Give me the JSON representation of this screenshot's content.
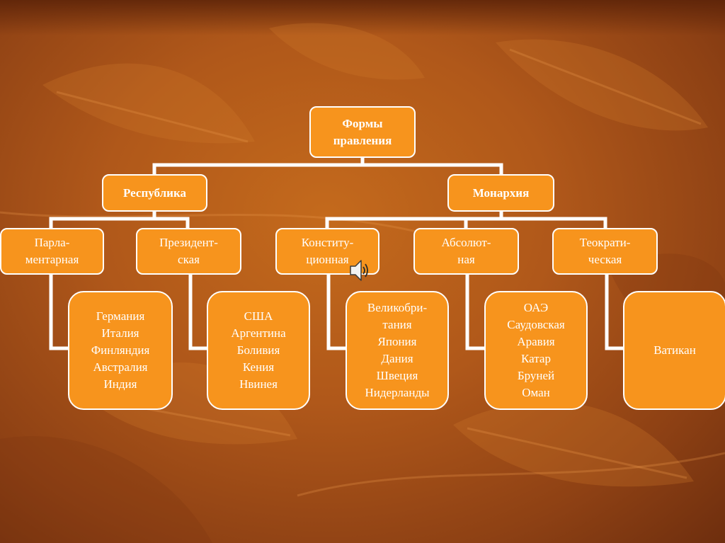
{
  "diagram": {
    "root": {
      "line1": "Формы",
      "line2": "правления"
    },
    "republic": {
      "label": "Республика"
    },
    "monarchy": {
      "label": "Монархия"
    },
    "types": {
      "parliamentary": {
        "line1": "Парла-",
        "line2": "ментарная"
      },
      "presidential": {
        "line1": "Президент-",
        "line2": "ская"
      },
      "constitutional": {
        "line1": "Конститу-",
        "line2": "ционная"
      },
      "absolute": {
        "line1": "Абсолют-",
        "line2": "ная"
      },
      "theocratic": {
        "line1": "Теократи-",
        "line2": "ческая"
      }
    },
    "examples": {
      "parliamentary": [
        "Германия",
        "Италия",
        "Финляндия",
        "Австралия",
        "Индия"
      ],
      "presidential": [
        "США",
        "Аргентина",
        "Боливия",
        "Кения",
        "Нвинея"
      ],
      "constitutional": [
        "Великобри-",
        "тания",
        "Япония",
        "Дания",
        "Швеция",
        "Нидерланды"
      ],
      "absolute": [
        "ОАЭ",
        "Саудовская",
        "Аравия",
        "Катар",
        "Бруней",
        "Оман"
      ],
      "theocratic": [
        "Ватикан"
      ]
    }
  },
  "icons": {
    "sound": "speaker-icon"
  },
  "colors": {
    "box_fill": "#f7941d",
    "box_border": "#ffffff",
    "connector": "#ffffff",
    "background": "#b0581a"
  }
}
